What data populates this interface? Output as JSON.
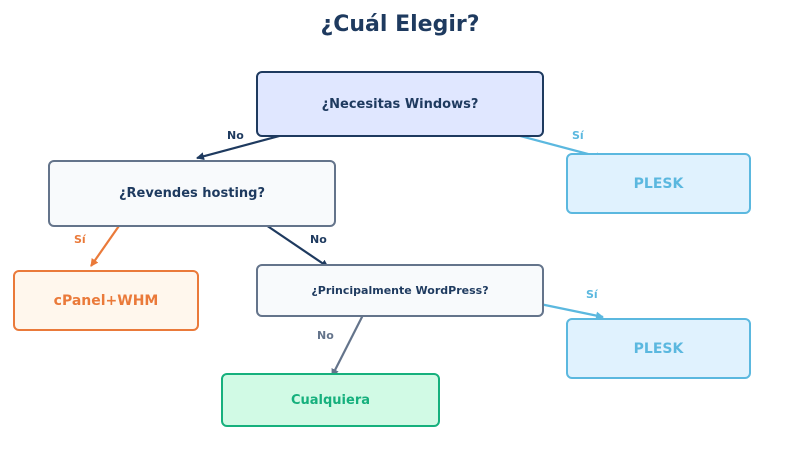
{
  "diagram": {
    "title": "¿Cuál Elegir?",
    "nodes": {
      "windows_q": "¿Necesitas Windows?",
      "resell_q": "¿Revendes hosting?",
      "wordpress_q": "¿Principalmente WordPress?",
      "plesk_top": "PLESK",
      "plesk_bottom": "PLESK",
      "cpanel": "cPanel+WHM",
      "any": "Cualquiera"
    },
    "edges": {
      "windows_no": "No",
      "windows_yes": "Sí",
      "resell_yes": "Sí",
      "resell_no": "No",
      "wordpress_yes": "Sí",
      "wordpress_no": "No"
    },
    "colors": {
      "dark": "#1e3a5f",
      "gray": "#64748b",
      "blue": "#5bb8df",
      "orange": "#ea7a3a",
      "green": "#16b07d"
    }
  }
}
